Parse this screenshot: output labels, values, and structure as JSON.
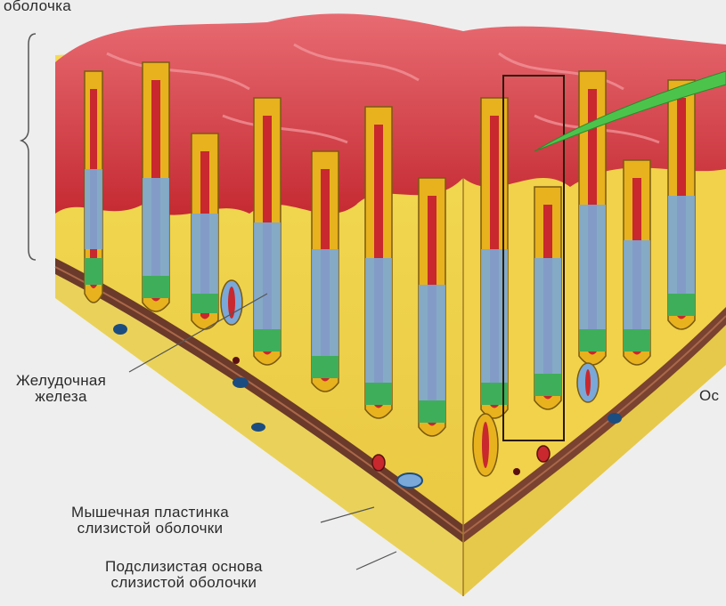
{
  "labels": {
    "mucosa_top": "оболочка",
    "gastric_gland": [
      "Желудочная",
      "железа"
    ],
    "right_cut": "Ос",
    "muscularis_mucosae": [
      "Мышечная пластинка",
      "слизистой оболочки"
    ],
    "submucosa": [
      "Подслизистая основа",
      "слизистой оболочки"
    ]
  },
  "colors": {
    "background": "#eeeeee",
    "lamina_propria": "#f2d64b",
    "surface_mucosa": "#dd4a52",
    "gland_lumen": "#c8282e",
    "epithelium_yellow": "#e8b21e",
    "epithelium_blue": "#7aa8d8",
    "epithelium_green": "#3fae5a",
    "muscle_layer": "#6b3a2a",
    "pointer_green": "#4cc44c"
  }
}
